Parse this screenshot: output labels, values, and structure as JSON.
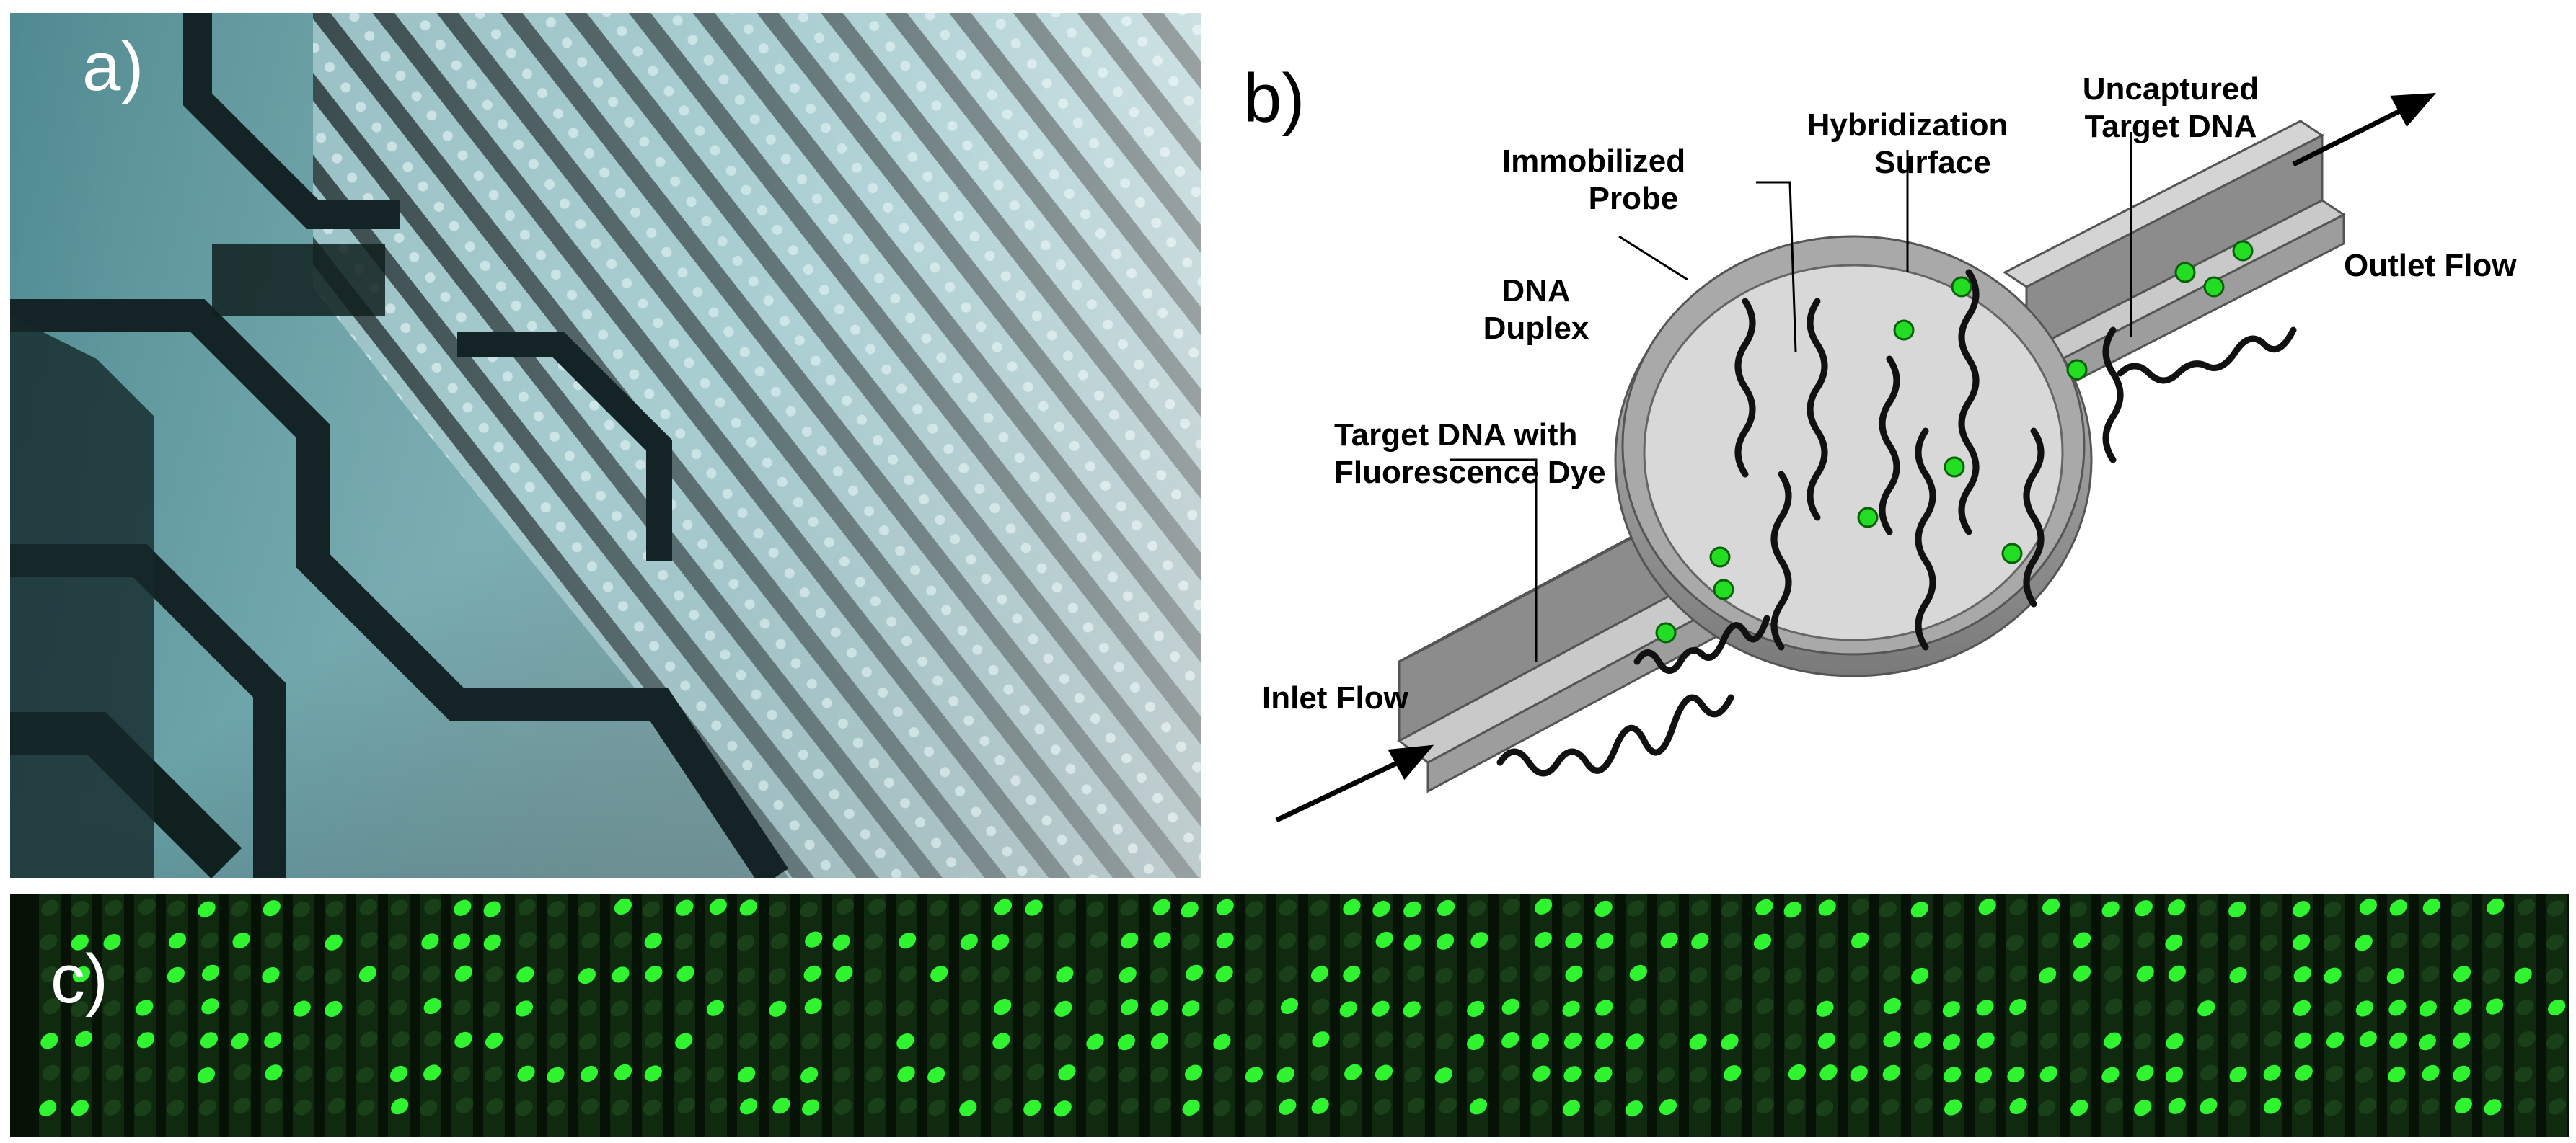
{
  "panels": {
    "a": {
      "letter": "a)"
    },
    "b": {
      "letter": "b)",
      "labels": {
        "immobilized_probe_1": "Immobilized",
        "immobilized_probe_2": "Probe",
        "hybridization_surface_1": "Hybridization",
        "hybridization_surface_2": "Surface",
        "uncaptured_target_1": "Uncaptured",
        "uncaptured_target_2": "Target DNA",
        "dna_duplex_1": "DNA",
        "dna_duplex_2": "Duplex",
        "target_dna_1": "Target DNA with",
        "target_dna_2": "Fluorescence Dye",
        "inlet_flow": "Inlet Flow",
        "outlet_flow": "Outlet Flow"
      }
    },
    "c": {
      "letter": "c)"
    }
  },
  "colors": {
    "dye_green": "#22dd22",
    "fluorescence_green": "#33ff33",
    "chip_teal": "#3d7a80",
    "channel_gray": "#9a9a9a"
  }
}
